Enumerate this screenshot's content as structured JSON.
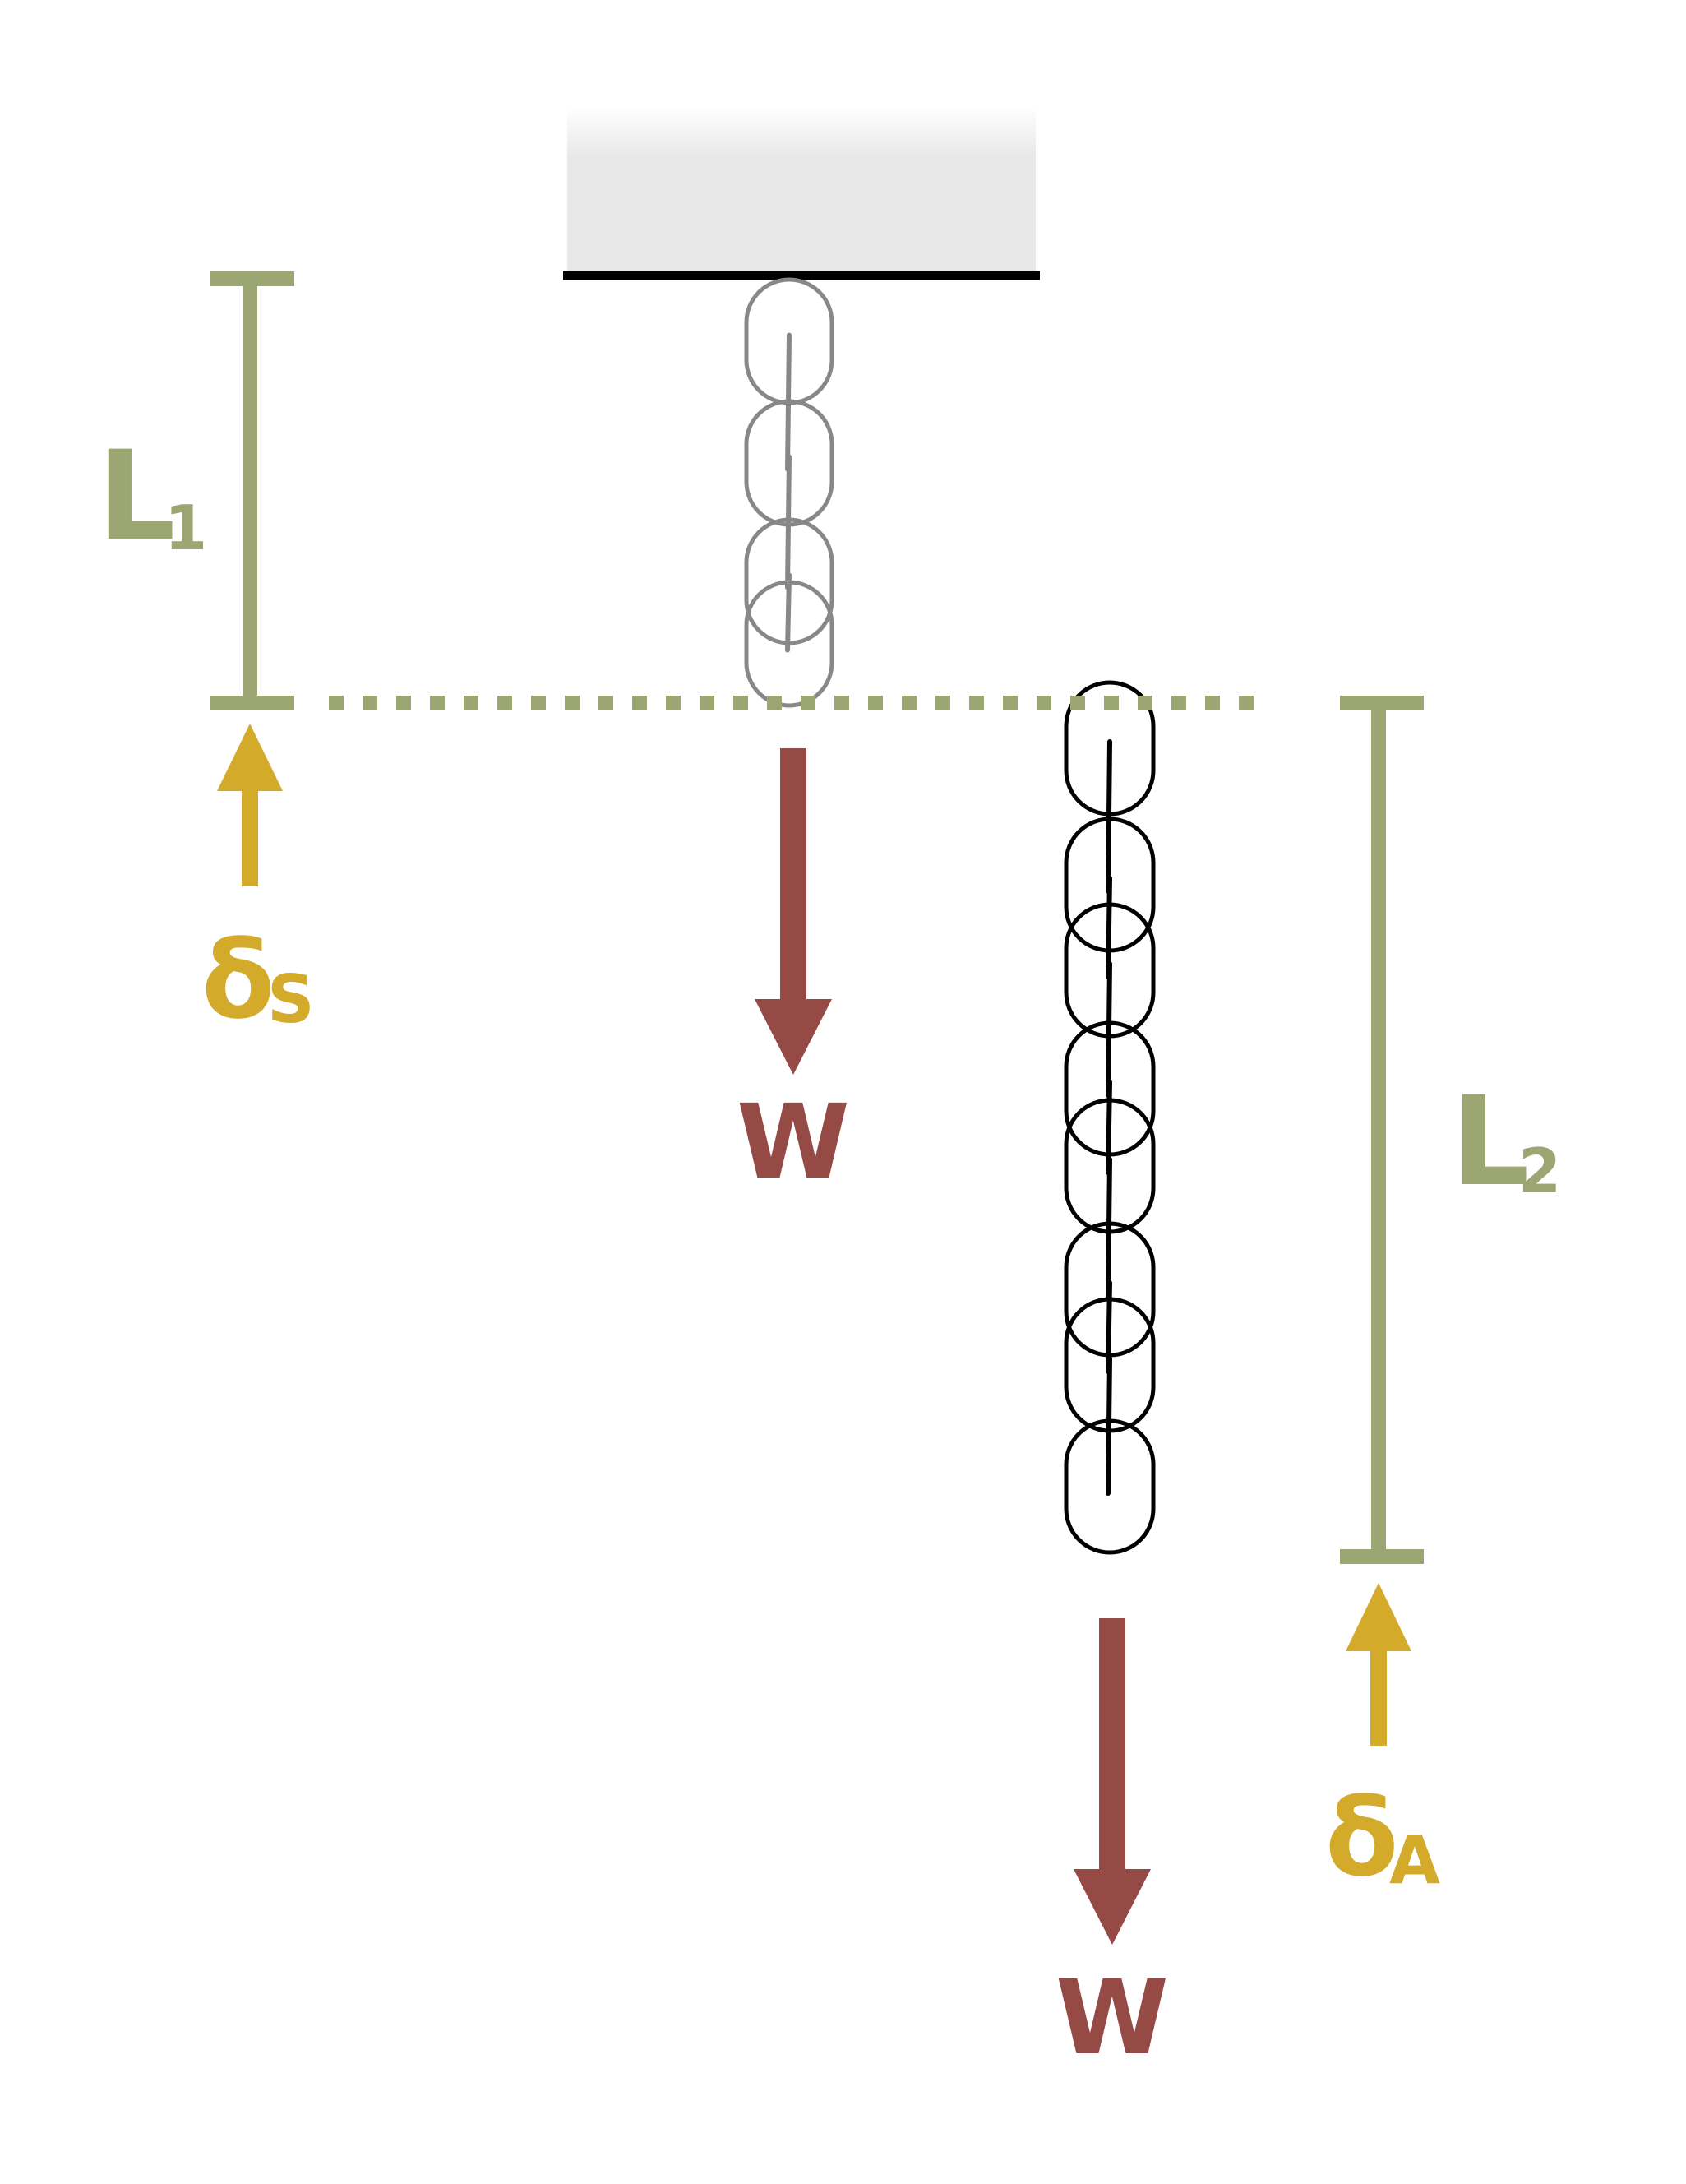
{
  "labels": {
    "l1": {
      "main": "L",
      "sub": "1"
    },
    "l2": {
      "main": "L",
      "sub": "2"
    },
    "ds": {
      "main": "δ",
      "sub": "S"
    },
    "da": {
      "main": "δ",
      "sub": "A"
    },
    "w_short": "W",
    "w_long": "W"
  },
  "colors": {
    "dimension": "#9ca672",
    "displacement": "#d4aa2a",
    "weight": "#954a46",
    "chain_unloaded": "#888888",
    "chain_loaded": "#000000",
    "support_fill": "#e8e8e8",
    "support_stroke": "#000000"
  }
}
